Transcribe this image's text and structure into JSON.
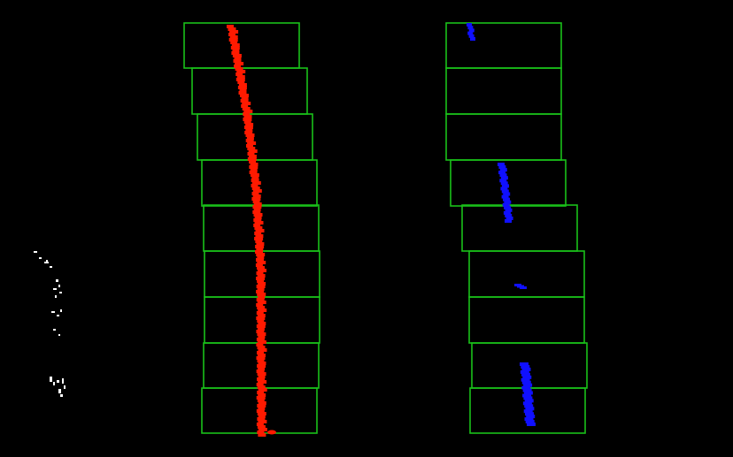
{
  "image": {
    "description_free": true,
    "background_color": "#000000"
  },
  "colors": {
    "window_box": "#19c019",
    "left_lane_pixels": "#ff1a00",
    "right_lane_pixels": "#1010ff",
    "noise_pixels": "#ffffff"
  },
  "lanes": [
    {
      "id": "left",
      "window_count": 9
    },
    {
      "id": "right",
      "window_count": 9
    }
  ]
}
